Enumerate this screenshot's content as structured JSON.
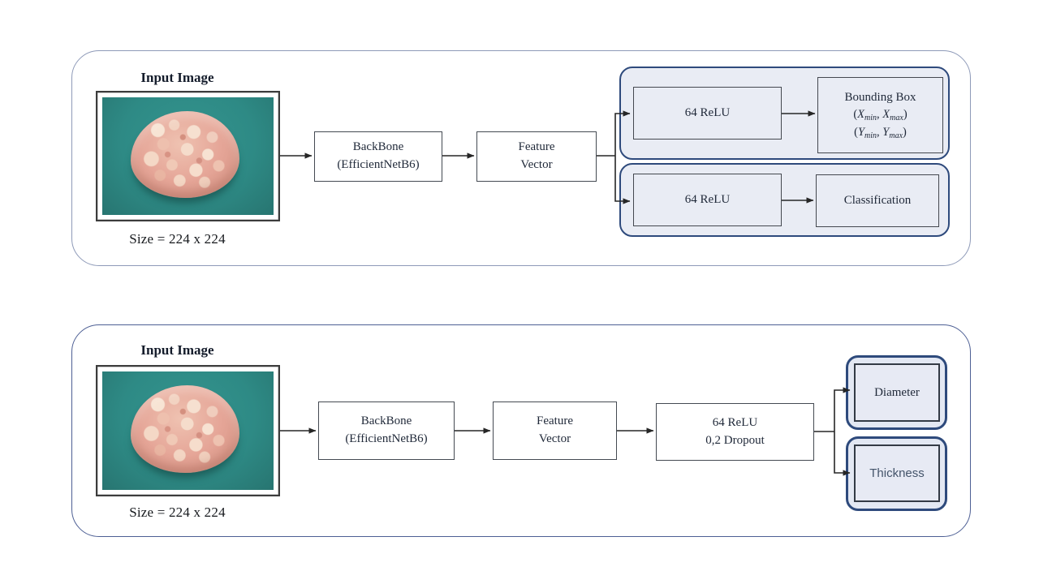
{
  "diagram_top": {
    "input_image_label": "Input Image",
    "image_size_caption": "Size = 224 x 224",
    "backbone_box": {
      "line1": "BackBone",
      "line2": "(EfficientNetB6)"
    },
    "feature_box": {
      "line1": "Feature",
      "line2": "Vector"
    },
    "detection_branch": {
      "dense_box": "64 ReLU",
      "output_box": {
        "title": "Bounding Box",
        "paren_open": "(",
        "paren_close": ")",
        "comma": ", ",
        "x_var": "X",
        "y_var": "Y",
        "sub_min": "min",
        "sub_max": "max"
      }
    },
    "classification_branch": {
      "dense_box": "64 ReLU",
      "output_box": "Classification"
    }
  },
  "diagram_bottom": {
    "input_image_label": "Input Image",
    "image_size_caption": "Size = 224 x 224",
    "backbone_box": {
      "line1": "BackBone",
      "line2": "(EfficientNetB6)"
    },
    "feature_box": {
      "line1": "Feature",
      "line2": "Vector"
    },
    "dense_box": {
      "line1": "64 ReLU",
      "line2": "0,2 Dropout"
    },
    "outputs": {
      "diameter": "Diameter",
      "thickness": "Thickness"
    }
  },
  "colors": {
    "group_fill": "#e9ecf4",
    "group_border": "#2e4a7c",
    "outer_border_top": "#8e9ab8",
    "outer_border_bottom": "#4d5f94",
    "box_border": "#444a52",
    "arrow": "#262626",
    "thickness_text": "#44546a",
    "photo_background_teal": "#2e8a85",
    "patty_pink": "#e5a597"
  }
}
